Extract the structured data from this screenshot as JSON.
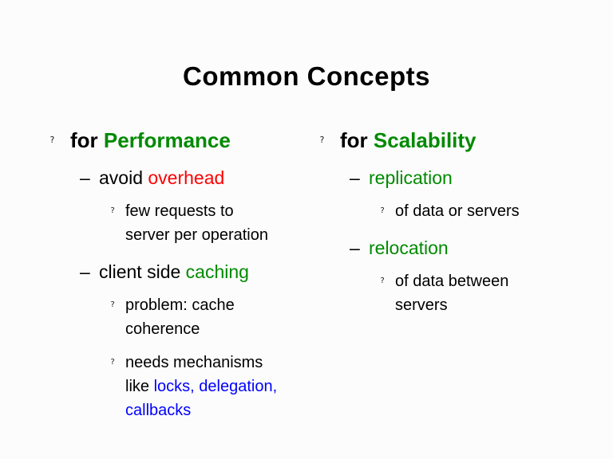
{
  "slide": {
    "title": "Common Concepts",
    "background": "#FCFCFC",
    "palette": {
      "green": "#008A00",
      "red": "#FF0000",
      "blue": "#0000FF",
      "black": "#000000"
    },
    "columns": [
      {
        "name": "performance",
        "heading": {
          "bullet": "?",
          "runs": [
            {
              "text": "for ",
              "color": "#000000"
            },
            {
              "text": "Performance",
              "color": "#008A00"
            }
          ]
        },
        "items": [
          {
            "level": 2,
            "bullet": "–",
            "runs": [
              {
                "text": "avoid ",
                "color": "#000000"
              },
              {
                "text": "overhead",
                "color": "#FF0000"
              }
            ]
          },
          {
            "level": 3,
            "bullet": "?",
            "runs": [
              {
                "text": "few requests to\nserver per operation",
                "color": "#000000"
              }
            ]
          },
          {
            "level": 2,
            "bullet": "–",
            "runs": [
              {
                "text": "client side ",
                "color": "#000000"
              },
              {
                "text": "caching",
                "color": "#008A00"
              }
            ]
          },
          {
            "level": 3,
            "bullet": "?",
            "runs": [
              {
                "text": "problem: cache\ncoherence",
                "color": "#000000"
              }
            ]
          },
          {
            "level": 3,
            "bullet": "?",
            "runs": [
              {
                "text": "needs mechanisms\nlike ",
                "color": "#000000"
              },
              {
                "text": "locks, delegation,\ncallbacks",
                "color": "#0000FF"
              }
            ]
          }
        ]
      },
      {
        "name": "scalability",
        "heading": {
          "bullet": "?",
          "runs": [
            {
              "text": "for ",
              "color": "#000000"
            },
            {
              "text": "Scalability",
              "color": "#008A00"
            }
          ]
        },
        "items": [
          {
            "level": 2,
            "bullet": "–",
            "runs": [
              {
                "text": "replication",
                "color": "#008A00"
              }
            ]
          },
          {
            "level": 3,
            "bullet": "?",
            "runs": [
              {
                "text": "of data or servers",
                "color": "#000000"
              }
            ]
          },
          {
            "level": 2,
            "bullet": "–",
            "runs": [
              {
                "text": "relocation",
                "color": "#008A00"
              }
            ]
          },
          {
            "level": 3,
            "bullet": "?",
            "runs": [
              {
                "text": "of data between\nservers",
                "color": "#000000"
              }
            ]
          }
        ]
      }
    ]
  }
}
